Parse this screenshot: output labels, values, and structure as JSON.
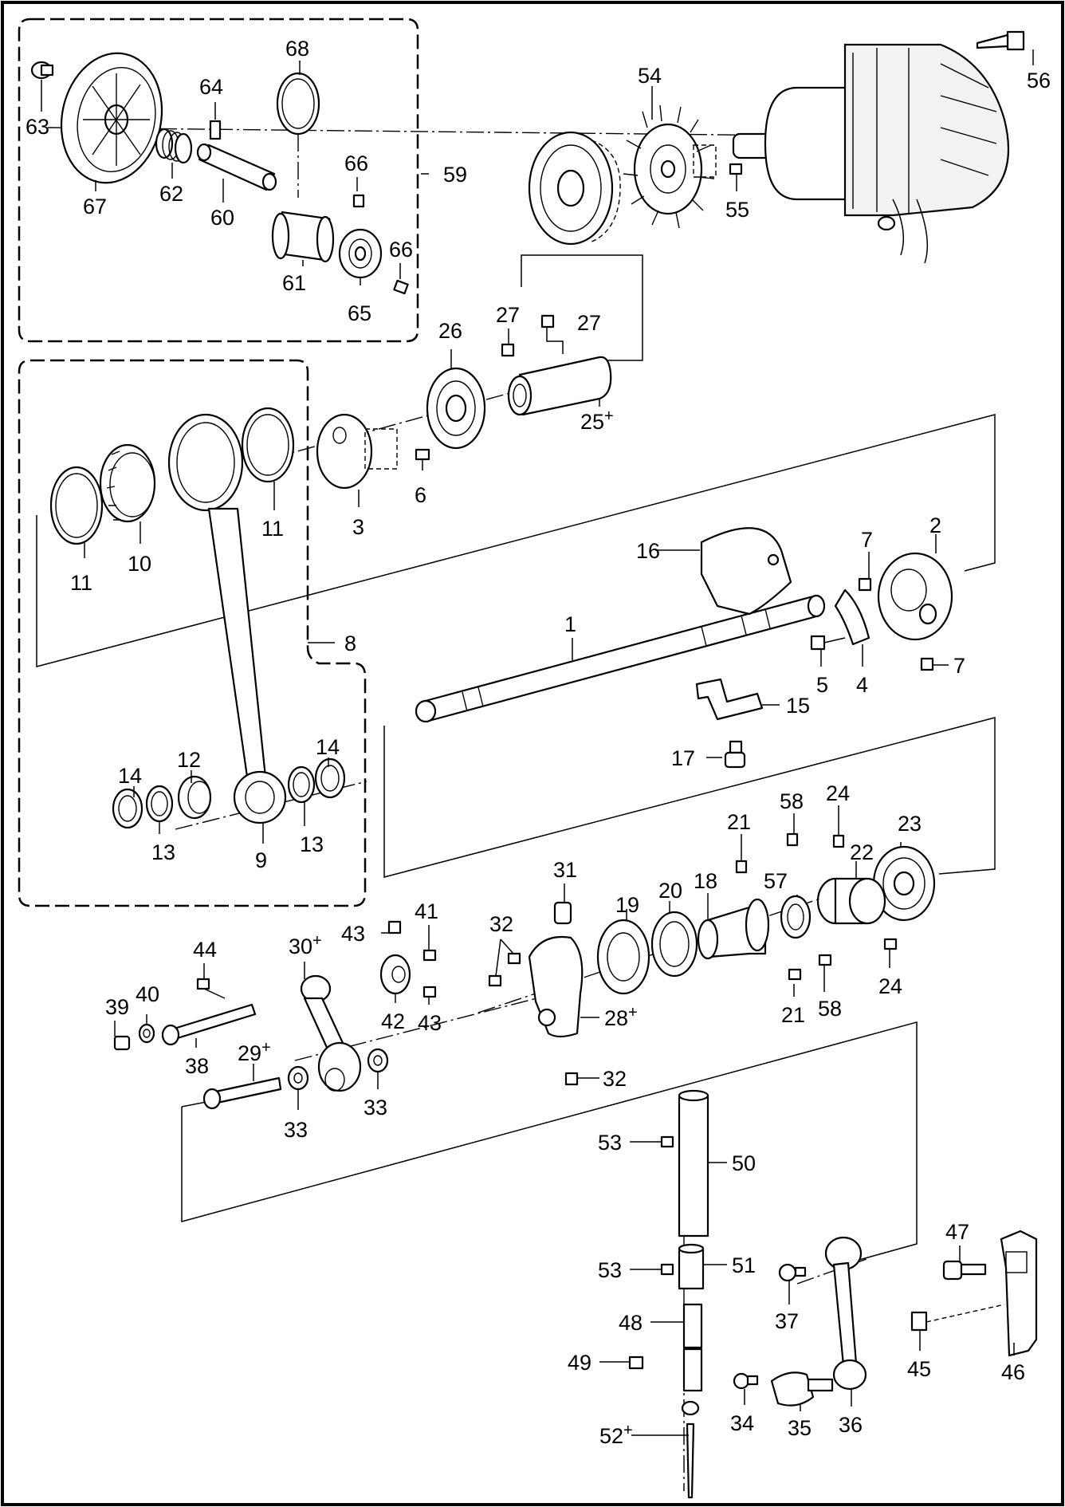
{
  "diagram": {
    "type": "exploded-parts-diagram",
    "callouts": [
      {
        "id": "c63",
        "text": "63"
      },
      {
        "id": "c67",
        "text": "67"
      },
      {
        "id": "c62",
        "text": "62"
      },
      {
        "id": "c64",
        "text": "64"
      },
      {
        "id": "c60",
        "text": "60"
      },
      {
        "id": "c68",
        "text": "68"
      },
      {
        "id": "c61",
        "text": "61"
      },
      {
        "id": "c66a",
        "text": "66"
      },
      {
        "id": "c66b",
        "text": "66"
      },
      {
        "id": "c65",
        "text": "65"
      },
      {
        "id": "c59",
        "text": "59"
      },
      {
        "id": "c54",
        "text": "54"
      },
      {
        "id": "c55",
        "text": "55"
      },
      {
        "id": "c56",
        "text": "56"
      },
      {
        "id": "c27a",
        "text": "27"
      },
      {
        "id": "c27b",
        "text": "27"
      },
      {
        "id": "c26",
        "text": "26"
      },
      {
        "id": "c25",
        "text": "25+"
      },
      {
        "id": "c3",
        "text": "3"
      },
      {
        "id": "c6",
        "text": "6"
      },
      {
        "id": "c11a",
        "text": "11"
      },
      {
        "id": "c11b",
        "text": "11"
      },
      {
        "id": "c10",
        "text": "10"
      },
      {
        "id": "c8",
        "text": "8"
      },
      {
        "id": "c16",
        "text": "16"
      },
      {
        "id": "c2",
        "text": "2"
      },
      {
        "id": "c7a",
        "text": "7"
      },
      {
        "id": "c7b",
        "text": "7"
      },
      {
        "id": "c1",
        "text": "1"
      },
      {
        "id": "c5",
        "text": "5"
      },
      {
        "id": "c4",
        "text": "4"
      },
      {
        "id": "c15",
        "text": "15"
      },
      {
        "id": "c17",
        "text": "17"
      },
      {
        "id": "c14a",
        "text": "14"
      },
      {
        "id": "c14b",
        "text": "14"
      },
      {
        "id": "c12",
        "text": "12"
      },
      {
        "id": "c13a",
        "text": "13"
      },
      {
        "id": "c13b",
        "text": "13"
      },
      {
        "id": "c9",
        "text": "9"
      },
      {
        "id": "c21a",
        "text": "21"
      },
      {
        "id": "c21b",
        "text": "21"
      },
      {
        "id": "c58a",
        "text": "58"
      },
      {
        "id": "c58b",
        "text": "58"
      },
      {
        "id": "c24a",
        "text": "24"
      },
      {
        "id": "c24b",
        "text": "24"
      },
      {
        "id": "c23",
        "text": "23"
      },
      {
        "id": "c22",
        "text": "22"
      },
      {
        "id": "c57",
        "text": "57"
      },
      {
        "id": "c18",
        "text": "18"
      },
      {
        "id": "c20",
        "text": "20"
      },
      {
        "id": "c19",
        "text": "19"
      },
      {
        "id": "c31",
        "text": "31"
      },
      {
        "id": "c32a",
        "text": "32"
      },
      {
        "id": "c32b",
        "text": "32"
      },
      {
        "id": "c28",
        "text": "28+"
      },
      {
        "id": "c41",
        "text": "41"
      },
      {
        "id": "c43a",
        "text": "43"
      },
      {
        "id": "c43b",
        "text": "43"
      },
      {
        "id": "c42",
        "text": "42"
      },
      {
        "id": "c30",
        "text": "30+"
      },
      {
        "id": "c44",
        "text": "44"
      },
      {
        "id": "c39",
        "text": "39"
      },
      {
        "id": "c40",
        "text": "40"
      },
      {
        "id": "c38",
        "text": "38"
      },
      {
        "id": "c29",
        "text": "29+"
      },
      {
        "id": "c33a",
        "text": "33"
      },
      {
        "id": "c33b",
        "text": "33"
      },
      {
        "id": "c53a",
        "text": "53"
      },
      {
        "id": "c50",
        "text": "50"
      },
      {
        "id": "c53b",
        "text": "53"
      },
      {
        "id": "c51",
        "text": "51"
      },
      {
        "id": "c48",
        "text": "48"
      },
      {
        "id": "c49",
        "text": "49"
      },
      {
        "id": "c52",
        "text": "52+"
      },
      {
        "id": "c37",
        "text": "37"
      },
      {
        "id": "c47",
        "text": "47"
      },
      {
        "id": "c34",
        "text": "34"
      },
      {
        "id": "c35",
        "text": "35"
      },
      {
        "id": "c36",
        "text": "36"
      },
      {
        "id": "c45",
        "text": "45"
      },
      {
        "id": "c46",
        "text": "46"
      }
    ]
  }
}
